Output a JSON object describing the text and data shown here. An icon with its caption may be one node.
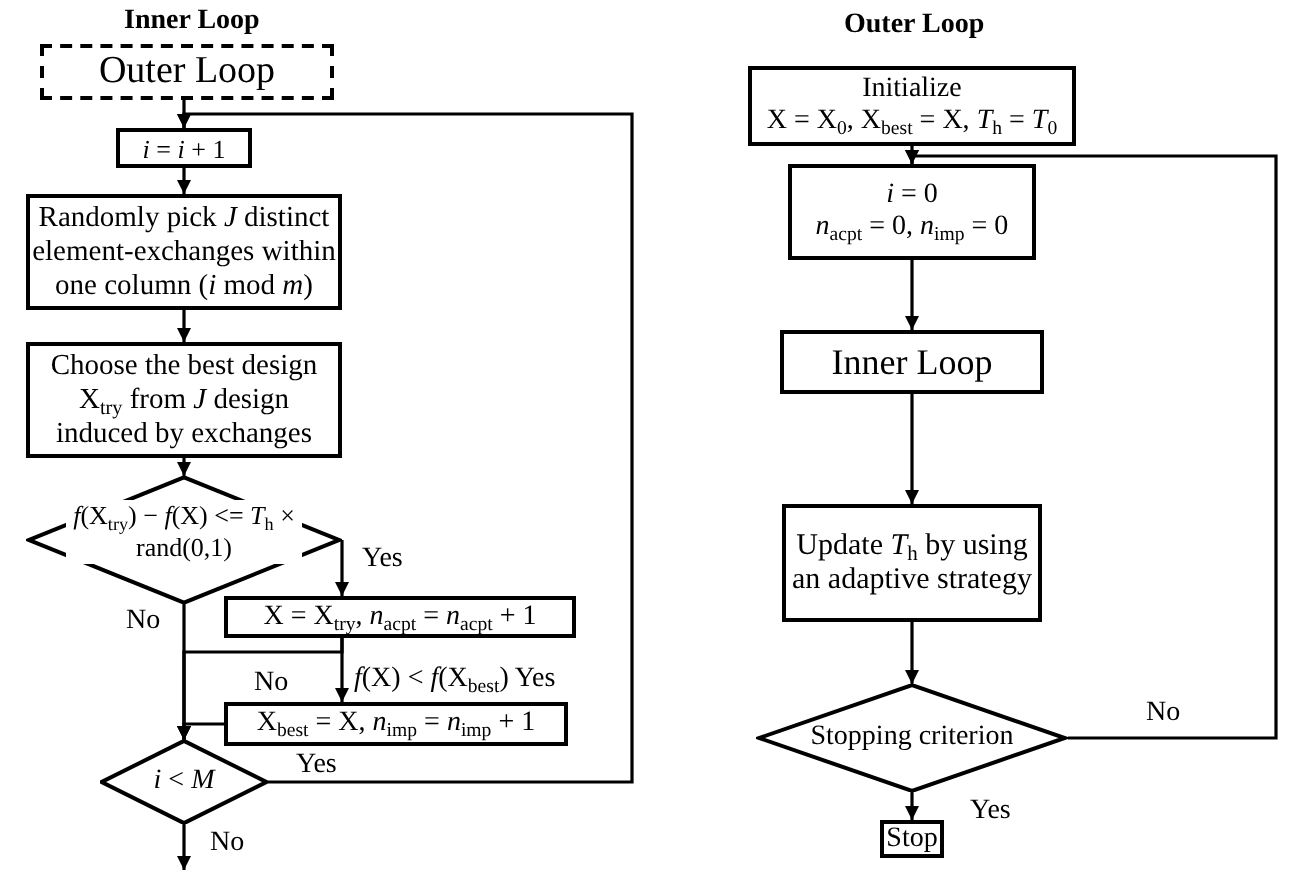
{
  "diagram": {
    "nodes": [
      {
        "text": [
          "Outer Loop"
        ]
      },
      {
        "text": [
          "*i* = *i* + 1"
        ]
      },
      {
        "text": [
          "Randomly pick *J* distinct element-exchanges within one column (*i* mod *m*)"
        ]
      },
      {
        "text": [
          "Choose the best design X$_{try}$ from *J* design induced by exchanges"
        ]
      },
      {
        "text": [
          "*f*(X$_{try}$) − *f*(X) <= *T*$_{h}$ × rand(0,1)"
        ]
      },
      {
        "text": [
          "X = X$_{try}$, *n*$_{acpt}$ = *n*$_{acpt}$ + 1"
        ]
      },
      {
        "text": [
          "X$_{best}$ = X, *n*$_{imp}$ = *n*$_{imp}$ + 1"
        ]
      },
      {
        "text": [
          "*i* < *M*"
        ]
      },
      {
        "text": [
          "Initialize",
          "X = X$_{0}$, X$_{best}$ = X, *T*$_{h}$ = *T*$_{0}$"
        ]
      },
      {
        "text": [
          "*i* = 0",
          "*n*$_{acpt}$ = 0, *n*$_{imp}$ = 0"
        ]
      },
      {
        "text": [
          "Inner Loop"
        ]
      },
      {
        "text": [
          "Update *T*$_{h}$ by using an adaptive strategy"
        ]
      },
      {
        "text": [
          "Stopping criterion"
        ]
      },
      {
        "text": [
          "Stop"
        ]
      }
    ],
    "edges": [
      {
        "from": 0,
        "to": 1,
        "arrow": "to"
      },
      {
        "from": 1,
        "to": 2,
        "arrow": "to"
      },
      {
        "from": 2,
        "to": 3,
        "arrow": "to"
      },
      {
        "from": 3,
        "to": 4,
        "arrow": "to"
      },
      {
        "from": 4,
        "to": 5,
        "arrow": "to",
        "label": "Yes"
      },
      {
        "from": 4,
        "to": 7,
        "arrow": "to",
        "label": "No"
      },
      {
        "from": 5,
        "to": 6,
        "arrow": "to",
        "label": "*f*(X) < *f*(X$_{best}$) Yes"
      },
      {
        "from": 5,
        "to": 7,
        "arrow": "to",
        "label": "No"
      },
      {
        "from": 6,
        "to": 7,
        "arrow": "to"
      },
      {
        "from": 7,
        "to": 1,
        "arrow": "to",
        "label": "Yes"
      },
      {
        "from": 7,
        "to": null,
        "arrow": "to",
        "label": "No"
      },
      {
        "from": 8,
        "to": 9,
        "arrow": "to"
      },
      {
        "from": 9,
        "to": 10,
        "arrow": "to"
      },
      {
        "from": 10,
        "to": 11,
        "arrow": "to"
      },
      {
        "from": 11,
        "to": 12,
        "arrow": "to"
      },
      {
        "from": 12,
        "to": 9,
        "arrow": "to",
        "label": "No"
      },
      {
        "from": 12,
        "to": 13,
        "arrow": "to",
        "label": "Yes"
      }
    ],
    "labels": [
      "Inner Loop",
      "Outer Loop"
    ]
  }
}
